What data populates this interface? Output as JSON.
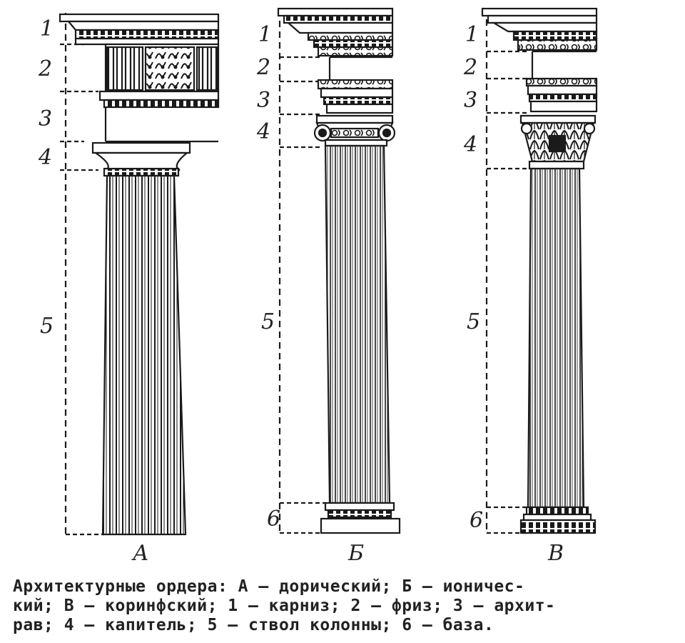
{
  "columns": [
    {
      "letter": "А",
      "markers": [
        "1",
        "2",
        "3",
        "4",
        "5"
      ]
    },
    {
      "letter": "Б",
      "markers": [
        "1",
        "2",
        "3",
        "4",
        "5",
        "6"
      ]
    },
    {
      "letter": "В",
      "markers": [
        "1",
        "2",
        "3",
        "4",
        "5",
        "6"
      ]
    }
  ],
  "caption": "Архитектурные ордера: А — дорический; Б — ионичес-\nкий; В — коринфский; 1 — карниз; 2 — фриз; 3 — архит-\nрав; 4 — капитель; 5 — ствол колонны; 6 — база."
}
